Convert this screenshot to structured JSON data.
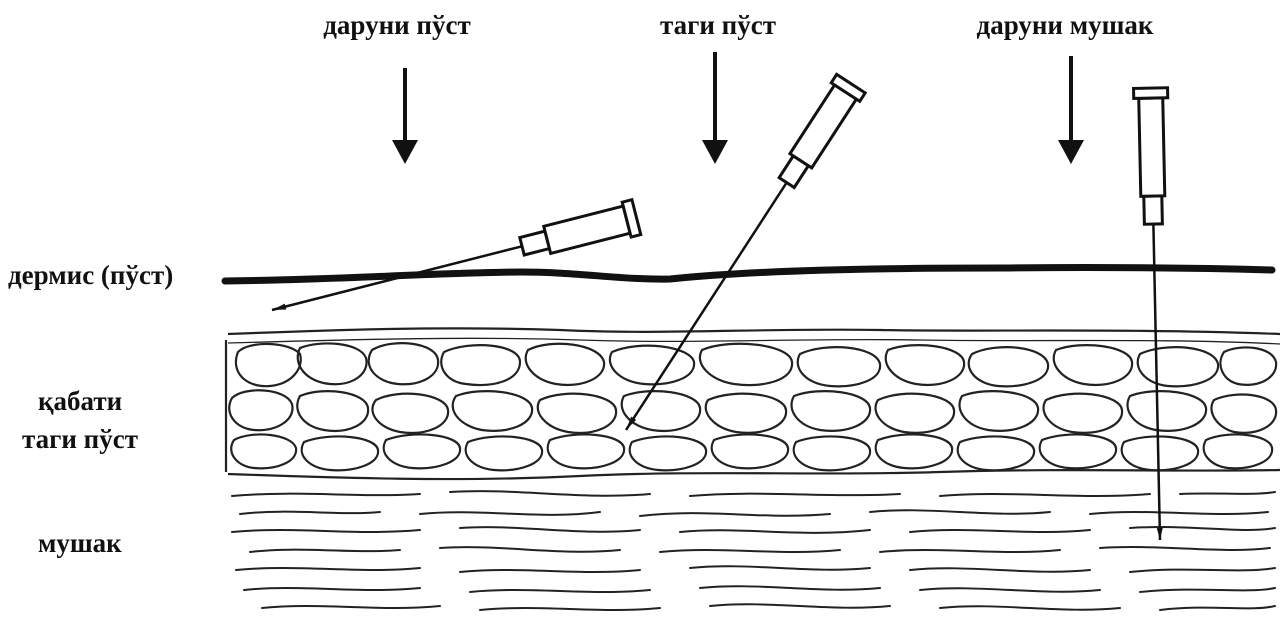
{
  "labels": {
    "top": {
      "intradermal": "даруни пўст",
      "subcutaneous": "таги пўст",
      "intramuscular": "даруни мушак"
    },
    "side": {
      "dermis": "дермис (пўст)",
      "subcutaneous_line1": "қабати",
      "subcutaneous_line2": "таги пўст",
      "muscle": "мушак"
    }
  },
  "colors": {
    "ink": "#111111",
    "background": "#ffffff"
  }
}
